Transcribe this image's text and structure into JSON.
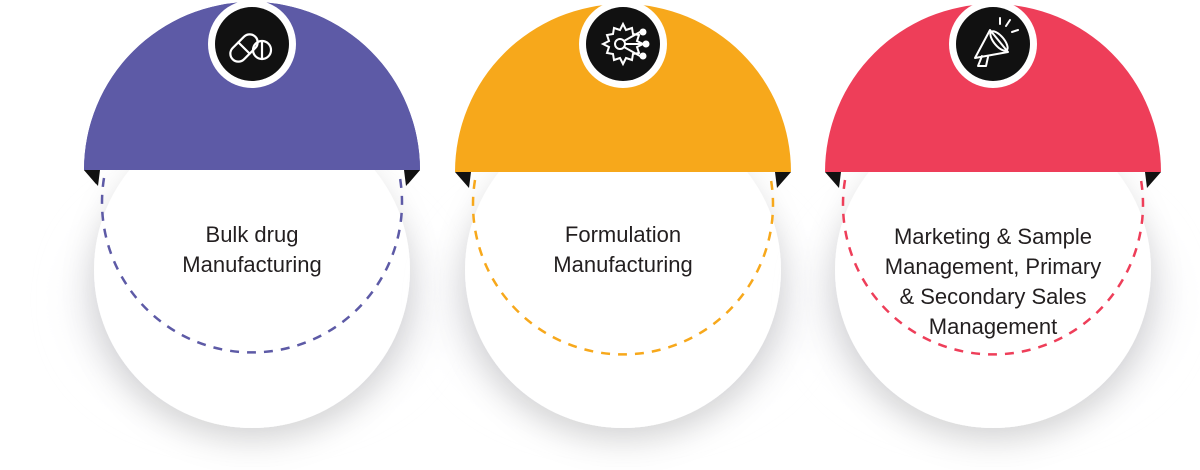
{
  "cards": [
    {
      "label_lines": [
        "Bulk drug",
        "Manufacturing"
      ],
      "color": "#5d5aa6",
      "icon": "pills-icon"
    },
    {
      "label_lines": [
        "Formulation",
        "Manufacturing"
      ],
      "color": "#f7a81b",
      "icon": "gear-network-icon"
    },
    {
      "label_lines": [
        "Marketing & Sample",
        "Management, Primary",
        "& Secondary Sales",
        "Management"
      ],
      "color": "#ee3e59",
      "icon": "megaphone-icon"
    }
  ],
  "colors": {
    "icon_badge": "#111111",
    "text": "#231f20",
    "shadow": "#e8e8ec"
  }
}
